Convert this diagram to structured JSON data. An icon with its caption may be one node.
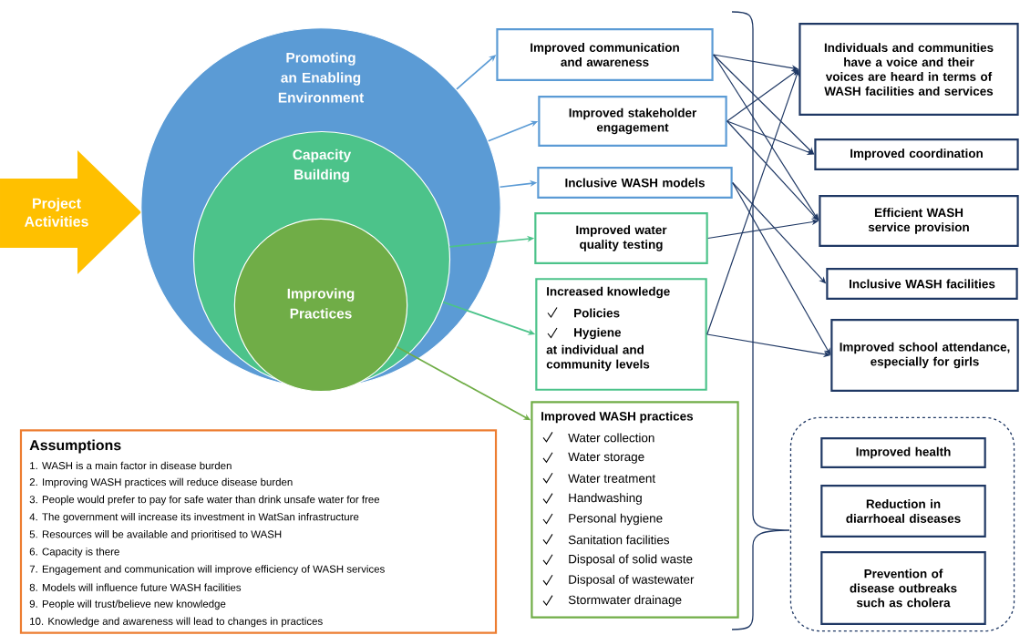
{
  "diagram": {
    "nodes": [
      {
        "text": [
          "Project Activities"
        ]
      },
      {
        "text": [
          "Promoting an Enabling Environment"
        ]
      },
      {
        "text": [
          "Capacity Building"
        ],
        "in": 1
      },
      {
        "text": [
          "Improving Practices"
        ],
        "in": 2
      },
      {
        "text": [
          "Improved communication and awareness"
        ]
      },
      {
        "text": [
          "Improved stakeholder engagement"
        ]
      },
      {
        "text": [
          "Inclusive WASH models"
        ]
      },
      {
        "text": [
          "Improved water quality testing"
        ]
      },
      {
        "text": [
          "Increased knowledge",
          "Policies",
          "Hygiene",
          "at individual and community levels"
        ]
      },
      {
        "text": [
          "Improved WASH practices",
          "Water collection",
          "Water storage",
          "Water treatment",
          "Handwashing",
          "Personal hygiene",
          "Sanitation facilities",
          "Disposal of solid waste",
          "Disposal of wastewater",
          "Stormwater drainage"
        ]
      },
      {
        "text": [
          "Individuals and communities have a voice and their voices are heard in terms of WASH facilities and services"
        ]
      },
      {
        "text": [
          "Improved coordination"
        ]
      },
      {
        "text": [
          "Efficient WASH service provision"
        ]
      },
      {
        "text": [
          "Inclusive WASH facilities"
        ]
      },
      {
        "text": [
          "Improved school attendance, especially for girls"
        ]
      },
      {
        "text": [],
        "shape": "box"
      },
      {
        "text": [
          "Improved health"
        ],
        "in": 15
      },
      {
        "text": [
          "Reduction in diarrhoeal diseases"
        ],
        "in": 15
      },
      {
        "text": [
          "Prevention of disease outbreaks such as cholera"
        ],
        "in": 15
      },
      {
        "text": [
          "Assumptions",
          "1. WASH is a main factor in disease burden",
          "2. Improving WASH practices will reduce disease burden",
          "3. People would prefer to pay for safe water than drink unsafe water for free",
          "4. The government will increase its investment in WatSan infrastructure",
          "5. Resources will be available and prioritised to WASH",
          "6. Capacity is there",
          "7. Engagement and communication will improve efficiency of WASH services",
          "8. Models will influence future WASH facilities",
          "9. People will trust/believe new knowledge",
          "10. Knowledge and awareness will lead to changes in practices"
        ]
      }
    ],
    "edges": [
      {
        "from": 1,
        "to": 4,
        "arrow": "to",
        "color": "#5b9bd5"
      },
      {
        "from": 1,
        "to": 5,
        "arrow": "to",
        "color": "#5b9bd5"
      },
      {
        "from": 1,
        "to": 6,
        "arrow": "to",
        "color": "#5b9bd5"
      },
      {
        "from": 2,
        "to": 7,
        "arrow": "to",
        "color": "#4cc38a"
      },
      {
        "from": 2,
        "to": 8,
        "arrow": "to",
        "color": "#4cc38a"
      },
      {
        "from": 3,
        "to": 9,
        "arrow": "to",
        "color": "#70ad47"
      },
      {
        "from": 4,
        "to": 10,
        "arrow": "to"
      },
      {
        "from": 4,
        "to": 11,
        "arrow": "to"
      },
      {
        "from": 4,
        "to": 12,
        "arrow": "to"
      },
      {
        "from": 5,
        "to": 10,
        "arrow": "to"
      },
      {
        "from": 5,
        "to": 11,
        "arrow": "to"
      },
      {
        "from": 5,
        "to": 12,
        "arrow": "to"
      },
      {
        "from": 6,
        "to": 13,
        "arrow": "to"
      },
      {
        "from": 6,
        "to": 14,
        "arrow": "to"
      },
      {
        "from": 7,
        "to": 12,
        "arrow": "to"
      },
      {
        "from": 8,
        "to": 10,
        "arrow": "to"
      },
      {
        "from": 8,
        "to": 14,
        "arrow": "to"
      }
    ]
  }
}
